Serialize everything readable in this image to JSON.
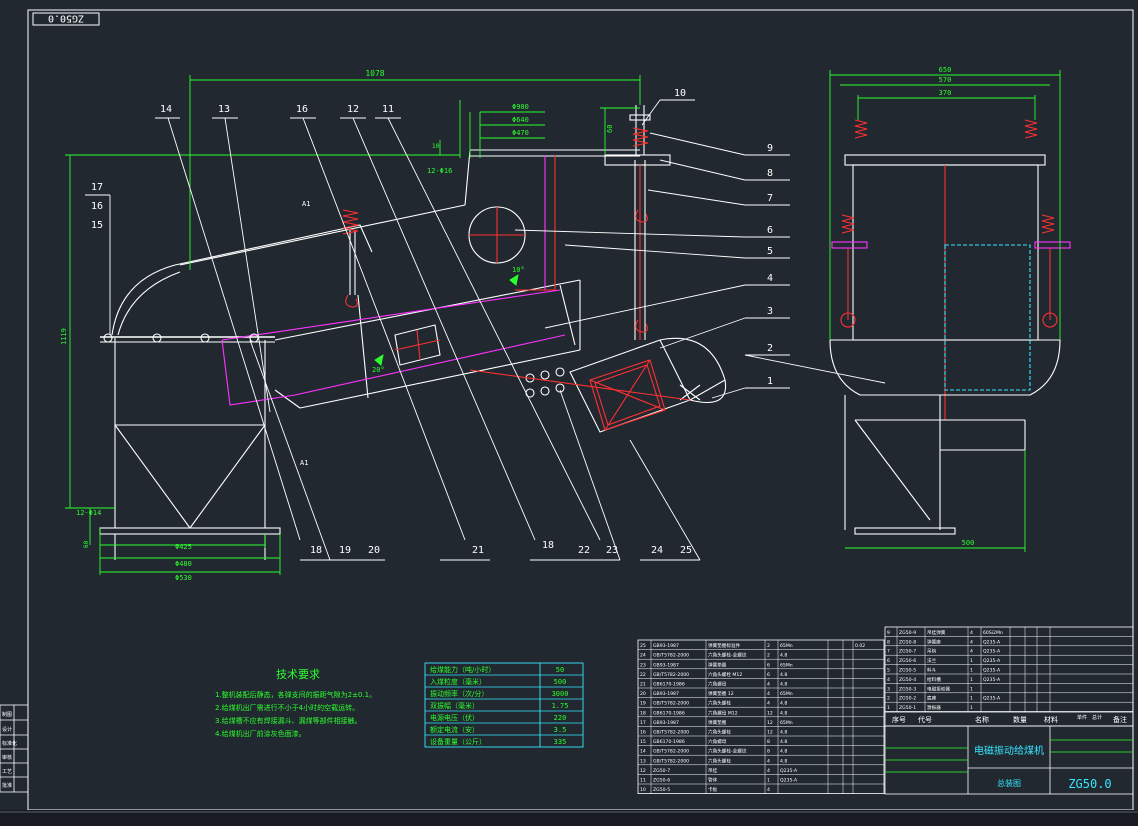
{
  "drawing": {
    "title_cn": "电磁振动给煤机",
    "sub_title": "总装图",
    "drawing_no": "ZG50.0",
    "corner_tag": "ZG50.0"
  },
  "callouts": {
    "top": [
      "14",
      "13",
      "16",
      "12",
      "11",
      "10"
    ],
    "right": [
      "9",
      "8",
      "7",
      "6",
      "5",
      "4",
      "3",
      "2",
      "1"
    ],
    "left": [
      "17",
      "16",
      "15"
    ],
    "bottom": [
      "18",
      "19",
      "20",
      "21",
      "18",
      "22",
      "23",
      "24",
      "25"
    ]
  },
  "dimensions": {
    "overall_len": "1078",
    "d900": "Φ900",
    "d640": "Φ640",
    "d470": "Φ470",
    "h10": "10",
    "holes_top": "12-Φ16",
    "h60": "60",
    "height_left": "1119",
    "holes_bottom": "12-Φ14",
    "b60": "60",
    "d425": "Φ425",
    "d480": "Φ480",
    "d530": "Φ530",
    "angle": "10°",
    "angle2": "20°",
    "a1": "A1",
    "a2": "A1",
    "right_top_650": "650",
    "right_top_570": "570",
    "right_top_370": "370",
    "right_bottom_500": "500"
  },
  "tech": {
    "title": "技术要求",
    "lines": [
      "1.整机装配后静态，各弹支间的振距气隙为2±0.1。",
      "2.给煤机出厂需进行不小于4小时的空载运转。",
      "3.给煤槽不应有焊接漏斗、漏煤等部件相接触。",
      "4.给煤机出厂前涂灰色面漆。"
    ]
  },
  "params": [
    {
      "k": "给煤能力（吨/小时）",
      "v": "50"
    },
    {
      "k": "入煤粒度（毫米）",
      "v": "500"
    },
    {
      "k": "振动频率（次/分）",
      "v": "3000"
    },
    {
      "k": "双振幅（毫米）",
      "v": "1.75"
    },
    {
      "k": "电源电压（伏）",
      "v": "220"
    },
    {
      "k": "额定电流（安）",
      "v": "3.5"
    },
    {
      "k": "设备重量（公斤）",
      "v": "335"
    }
  ],
  "bom_left": [
    [
      "25",
      "GB93-1987",
      "弹簧垫圈标准件",
      "2",
      "65Mn",
      "",
      "",
      "0.02"
    ],
    [
      "24",
      "GB/T5782-2000",
      "六角头螺栓-全螺纹",
      "2",
      "4.8",
      "",
      "",
      ""
    ],
    [
      "23",
      "GB93-1987",
      "弹簧垫圈",
      "6",
      "65Mn",
      "",
      "",
      ""
    ],
    [
      "22",
      "GB/T5782-2000",
      "六角头螺栓 M12",
      "6",
      "4.8",
      "",
      "",
      ""
    ],
    [
      "21",
      "GB6170-1986",
      "六角螺母",
      "4",
      "4.8",
      "",
      "",
      ""
    ],
    [
      "20",
      "GB93-1987",
      "弹簧垫圈 12",
      "4",
      "65Mn",
      "",
      "",
      ""
    ],
    [
      "19",
      "GB/T5782-2000",
      "六角头螺栓",
      "4",
      "4.8",
      "",
      "",
      ""
    ],
    [
      "18",
      "GB6170-1986",
      "六角螺母 M12",
      "12",
      "4.8",
      "",
      "",
      ""
    ],
    [
      "17",
      "GB93-1987",
      "弹簧垫圈",
      "12",
      "65Mn",
      "",
      "",
      ""
    ],
    [
      "16",
      "GB/T5782-2000",
      "六角头螺栓",
      "12",
      "4.8",
      "",
      "",
      ""
    ],
    [
      "15",
      "GB6170-1986",
      "六角螺母",
      "8",
      "4.8",
      "",
      "",
      ""
    ],
    [
      "14",
      "GB/T5782-2000",
      "六角头螺栓-全螺纹",
      "8",
      "4.8",
      "",
      "",
      ""
    ],
    [
      "13",
      "GB/T5782-2000",
      "六角头螺栓",
      "4",
      "4.8",
      "",
      "",
      ""
    ],
    [
      "12",
      "ZG50-7",
      "吊挂",
      "4",
      "Q235-A",
      "",
      "",
      ""
    ],
    [
      "11",
      "ZG50-6",
      "管体",
      "1",
      "Q235-A",
      "",
      "",
      ""
    ],
    [
      "10",
      "ZG50-5",
      "卡板",
      "4",
      "",
      "",
      "",
      ""
    ]
  ],
  "bom_right": [
    [
      "9",
      "ZG50-9",
      "吊挂弹簧",
      "4",
      "60Si2Mn",
      "",
      "",
      ""
    ],
    [
      "8",
      "ZG50-8",
      "弹簧座",
      "4",
      "Q235-A",
      "",
      "",
      ""
    ],
    [
      "7",
      "ZG50-7",
      "吊钩",
      "4",
      "Q235-A",
      "",
      "",
      ""
    ],
    [
      "6",
      "ZG50-6",
      "法兰",
      "1",
      "Q235-A",
      "",
      "",
      ""
    ],
    [
      "5",
      "ZG50-5",
      "料斗",
      "1",
      "Q235-A",
      "",
      "",
      ""
    ],
    [
      "4",
      "ZG50-4",
      "给料槽",
      "1",
      "Q235-A",
      "",
      "",
      ""
    ],
    [
      "3",
      "ZG50-3",
      "电磁振动器",
      "1",
      "",
      "",
      "",
      ""
    ],
    [
      "2",
      "ZG50-2",
      "底座",
      "1",
      "Q235-A",
      "",
      "",
      ""
    ],
    [
      "1",
      "ZG50-1",
      "激振器",
      "1",
      "",
      "",
      "",
      ""
    ]
  ],
  "bom_header": {
    "seq": "序号",
    "code": "代号",
    "name": "名称",
    "qty": "数量",
    "mat": "材料",
    "unit_w": "单件",
    "total_w": "总计",
    "note": "备注"
  },
  "side_table": [
    "制图",
    "设计",
    "标准化",
    "审核",
    "工艺",
    "批准"
  ],
  "colors": {
    "bg": "#212830",
    "line": "#ffffff",
    "dim": "#2cff2c",
    "part_red": "#ff3030",
    "magenta": "#ff33ff",
    "cyan": "#35e6ff",
    "yellow": "#ffff33"
  }
}
